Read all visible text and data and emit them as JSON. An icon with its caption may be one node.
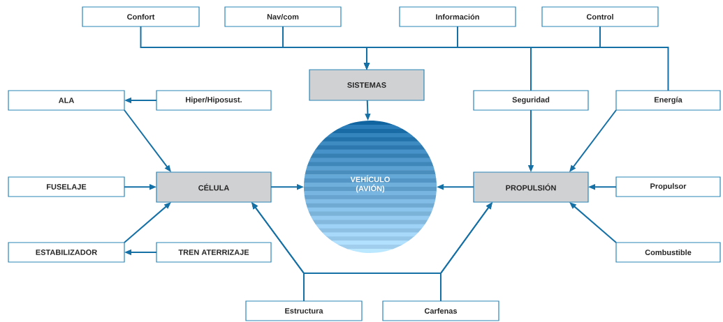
{
  "diagram": {
    "nodes": [
      {
        "text": [
          "Confort"
        ]
      },
      {
        "text": [
          "Nav/com"
        ]
      },
      {
        "text": [
          "Información"
        ]
      },
      {
        "text": [
          "Control"
        ]
      },
      {
        "text": [
          "SISTEMAS"
        ]
      },
      {
        "text": [
          "ALA"
        ]
      },
      {
        "text": [
          "Hiper/Hiposust."
        ]
      },
      {
        "text": [
          "Seguridad"
        ]
      },
      {
        "text": [
          "Energía"
        ]
      },
      {
        "text": [
          "CÉLULA"
        ]
      },
      {
        "text": [
          "VEHÍCULO (AVIÓN)"
        ]
      },
      {
        "text": [
          "FUSELAJE"
        ]
      },
      {
        "text": [
          "PROPULSIÓN"
        ]
      },
      {
        "text": [
          "Propulsor"
        ]
      },
      {
        "text": [
          "ESTABILIZADOR"
        ]
      },
      {
        "text": [
          "TREN ATERRIZAJE"
        ]
      },
      {
        "text": [
          "Combustible"
        ]
      },
      {
        "text": [
          "Estructura"
        ]
      },
      {
        "text": [
          "Carfenas"
        ]
      }
    ],
    "edges": [
      {
        "from": 0,
        "to": 4,
        "arrow": "to"
      },
      {
        "from": 1,
        "to": 4,
        "arrow": "to"
      },
      {
        "from": 2,
        "to": 4,
        "arrow": "to"
      },
      {
        "from": 3,
        "to": 4,
        "arrow": "to"
      },
      {
        "from": 7,
        "to": 4,
        "arrow": "to"
      },
      {
        "from": 8,
        "to": 4,
        "arrow": "to"
      },
      {
        "from": 4,
        "to": 10,
        "arrow": "to"
      },
      {
        "from": 6,
        "to": 5,
        "arrow": "to"
      },
      {
        "from": 5,
        "to": 9,
        "arrow": "to"
      },
      {
        "from": 11,
        "to": 9,
        "arrow": "to"
      },
      {
        "from": 14,
        "to": 9,
        "arrow": "to"
      },
      {
        "from": 15,
        "to": 14,
        "arrow": "to"
      },
      {
        "from": 9,
        "to": 10,
        "arrow": "to"
      },
      {
        "from": 12,
        "to": 10,
        "arrow": "to"
      },
      {
        "from": 7,
        "to": 12,
        "arrow": "to"
      },
      {
        "from": 8,
        "to": 12,
        "arrow": "to"
      },
      {
        "from": 13,
        "to": 12,
        "arrow": "to"
      },
      {
        "from": 16,
        "to": 12,
        "arrow": "to"
      },
      {
        "from": 17,
        "to": 9,
        "arrow": "to"
      },
      {
        "from": 17,
        "to": 12,
        "arrow": "to"
      },
      {
        "from": 18,
        "to": 9,
        "arrow": "to"
      },
      {
        "from": 18,
        "to": 12,
        "arrow": "to"
      }
    ]
  }
}
